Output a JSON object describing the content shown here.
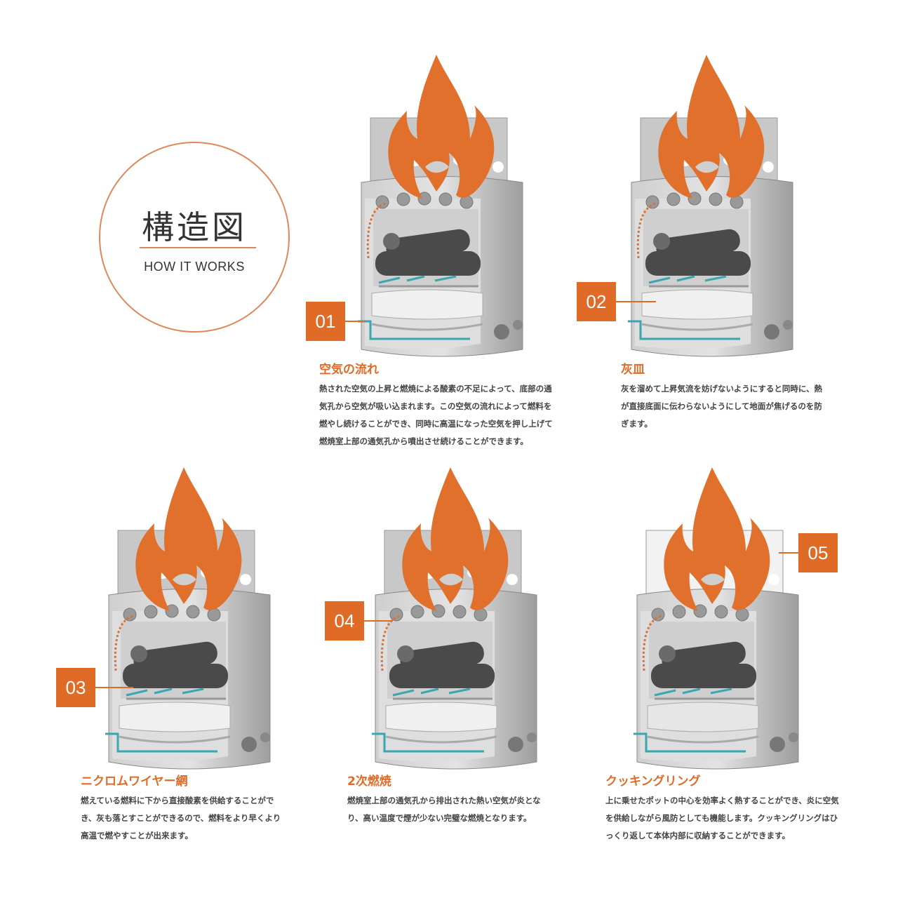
{
  "header": {
    "title_jp": "構造図",
    "title_en": "HOW IT WORKS"
  },
  "sections": [
    {
      "number": "01",
      "title": "空気の流れ",
      "body": "熱された空気の上昇と燃焼による酸素の不足によって、底部の通気孔から空気が吸い込まれます。この空気の流れによって燃料を燃やし続けることができ、同時に高温になった空気を押し上げて燃焼室上部の通気孔から噴出させ続けることができます。"
    },
    {
      "number": "02",
      "title": "灰皿",
      "body": "灰を溜めて上昇気流を妨げないようにすると同時に、熱が直接底面に伝わらないようにして地面が焦げるのを防ぎます。"
    },
    {
      "number": "03",
      "title": "ニクロムワイヤー網",
      "body": "燃えている燃料に下から直接酸素を供給することができ、灰も落とすことができるので、燃料をより早くより高温で燃やすことが出来ます。"
    },
    {
      "number": "04",
      "title": "2次燃焼",
      "body": "燃焼室上部の通気孔から排出された熱い空気が炎となり、高い温度で煙が少ない完璧な燃焼となります。"
    },
    {
      "number": "05",
      "title": "クッキングリング",
      "body": "上に乗せたポットの中心を効率よく熱することができ、炎に空気を供給しながら風防としても機能します。クッキングリングはひっくり返して本体内部に収納することができます。"
    }
  ],
  "colors": {
    "accent": "#e06b27",
    "flame": "#e0702c",
    "air_flow": "#3aa6b0",
    "steel": "#bdbdbd",
    "log": "#4a4a4a"
  }
}
